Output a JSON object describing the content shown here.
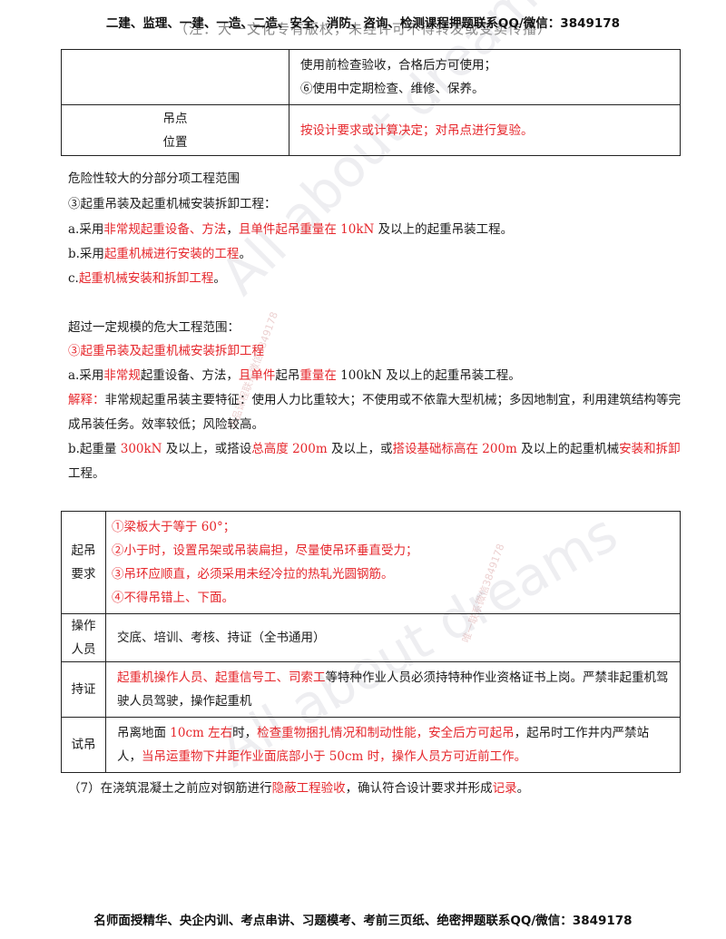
{
  "header": {
    "line1": "二建、监理、一建、一造、二造、安全、消防、咨询、检测课程押题联系QQ/微信：3849178",
    "line2": "（注：大一文化专有版权，未经许可不得转发或变卖传播）"
  },
  "table1": {
    "row1": {
      "line1": "使用前检查验收，合格后方可使用；",
      "line2": "⑥使用中定期检查、维修、保养。"
    },
    "row2": {
      "label1": "吊点",
      "label2": "位置",
      "content": "按设计要求或计算决定；对吊点进行复验。"
    }
  },
  "section1": {
    "title": "危险性较大的分部分项工程范围",
    "sub": "③起重吊装及起重机械安装拆卸工程：",
    "a": {
      "p1": "a.采用",
      "r1": "非常规起重设备、方法",
      "p2": "，",
      "r2": "且单件起吊重量在",
      "r3": "10kN",
      "p3": "及以上的起重吊装工程。"
    },
    "b": {
      "p1": "b.采用",
      "r1": "起重机械进行安装的工程",
      "p2": "。"
    },
    "c": {
      "p1": "c.",
      "r1": "起重机械安装和拆卸工程",
      "p2": "。"
    }
  },
  "section2": {
    "title": "超过一定规模的危大工程范围：",
    "sub": "③起重吊装及起重机械安装拆卸工程",
    "a": {
      "p1": "a.采用",
      "r1": "非常规",
      "p2": "起重设备、方法，",
      "r2": "且单件",
      "p3": "起吊",
      "r3": "重量在",
      "p4": "100kN 及以上的起重吊装工程。"
    },
    "note": {
      "r1": "解释：",
      "p1": "非常规起重吊装主要特征：使用人力比重较大；不使用或不依靠大型机械；多因地制宜，利用建筑结构等完成吊装任务。效率较低；风险较高。"
    },
    "b": {
      "p1": "b.起重量",
      "r1": "300kN",
      "p2": "及以上，或搭设",
      "r2": "总高度 200m",
      "p3": "及以上，或",
      "r3": "搭设基础标高在 200m",
      "p4": "及以上的起重机械",
      "r4": "安装和拆卸",
      "p5": "工程。"
    }
  },
  "table2": {
    "req": {
      "label1": "起吊",
      "label2": "要求",
      "items": [
        "①梁板大于等于 60°；",
        "②小于时，设置吊架或吊装扁担，尽量使吊环垂直受力；",
        "③吊环应顺直，必须采用未经冷拉的热轧光圆钢筋。",
        "④不得吊错上、下面。"
      ]
    },
    "ops": {
      "label1": "操作",
      "label2": "人员",
      "content": "交底、培训、考核、持证（全书通用）"
    },
    "cert": {
      "label": "持证",
      "r1": "起重机操作人员、起重信号工、司索工",
      "p1": "等特种作业人员必须持特种作业资格证书上岗。严禁非起重机驾驶人员驾驶，操作起重机"
    },
    "trial": {
      "label": "试吊",
      "p1": "吊离地面 ",
      "r1": "10cm 左右",
      "p2": "时，",
      "r2": "检查重物捆扎情况和制动性能，安全后方可起吊",
      "p3": "，起吊时工作井内严禁站人，",
      "r3": "当吊运重物下井距作业面底部小于 50cm 时，操作人员方可近前工作。"
    }
  },
  "item7": {
    "p1": "（7）在浇筑混凝土之前应对钢筋进行",
    "r1": "隐蔽工程验收",
    "p2": "，确认符合设计要求并形成",
    "r2": "记录",
    "p3": "。"
  },
  "footer": "名师面授精华、央企内训、考点串讲、习题模考、考前三页纸、绝密押题联系QQ/微信：3849178",
  "watermarks": [
    "All about dreams",
    "精品课程联系微信3849178",
    "唯一联系微信3849178",
    "All about dreams"
  ]
}
